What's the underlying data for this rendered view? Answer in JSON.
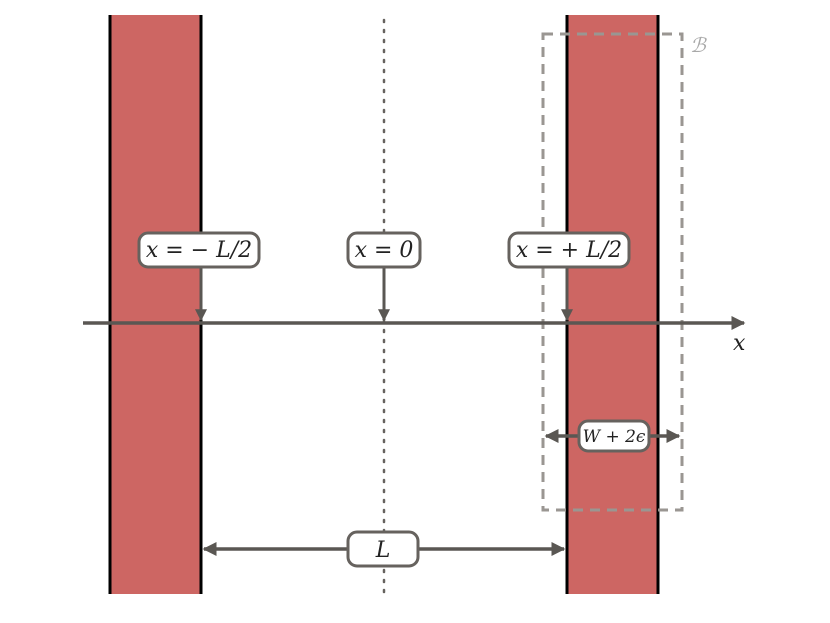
{
  "colors": {
    "plate_fill": "#cd6663",
    "plate_edge": "#000000",
    "axis": "#5a5753",
    "box": "#9a9692",
    "label_fill": "#ffffff",
    "label_stroke": "#66625e"
  },
  "axis": {
    "label": "x"
  },
  "markers": {
    "left": "x = − L/2",
    "center": "x = 0",
    "right": "x = + L/2"
  },
  "dimensions": {
    "separation": "L",
    "width": "W + 2ϵ"
  },
  "region": {
    "label": "ℬ"
  }
}
